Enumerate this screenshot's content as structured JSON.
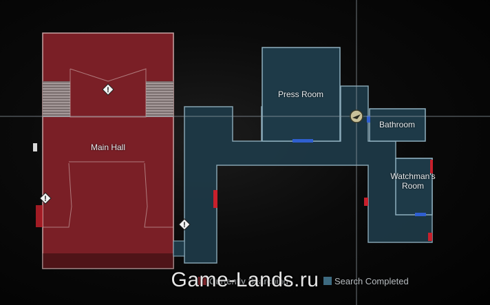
{
  "map": {
    "rooms": [
      {
        "id": "main-hall",
        "label": "Main Hall",
        "status": "not_fully_searched"
      },
      {
        "id": "press-room",
        "label": "Press Room",
        "status": "search_completed"
      },
      {
        "id": "bathroom",
        "label": "Bathroom",
        "status": "search_completed"
      },
      {
        "id": "watchmans-room",
        "label": "Watchman's Room",
        "label_lines": [
          "Watchman's",
          "Room"
        ],
        "status": "search_completed"
      }
    ],
    "hints": [
      {
        "id": "hint-main-hall-upper",
        "glyph": "!"
      },
      {
        "id": "hint-main-hall-left",
        "glyph": "!"
      },
      {
        "id": "hint-corridor",
        "glyph": "!"
      }
    ],
    "player_marker": {
      "name": "player-position"
    }
  },
  "legend": {
    "items": [
      {
        "label": "Currently Searching",
        "color": "#8e2a31"
      },
      {
        "label": "Search Completed",
        "color": "#3d6a80"
      }
    ]
  },
  "watermark": {
    "text": "Game-Lands.ru"
  },
  "colors": {
    "red_fill": "#7a1f26",
    "red_edge": "#c7a3a3",
    "blue_fill": "#1e3a48",
    "blue_edge": "#8fb0bf",
    "door_blue": "#2f5fd0",
    "door_red": "#c8202c",
    "crosshair": "#9aa5ad"
  }
}
